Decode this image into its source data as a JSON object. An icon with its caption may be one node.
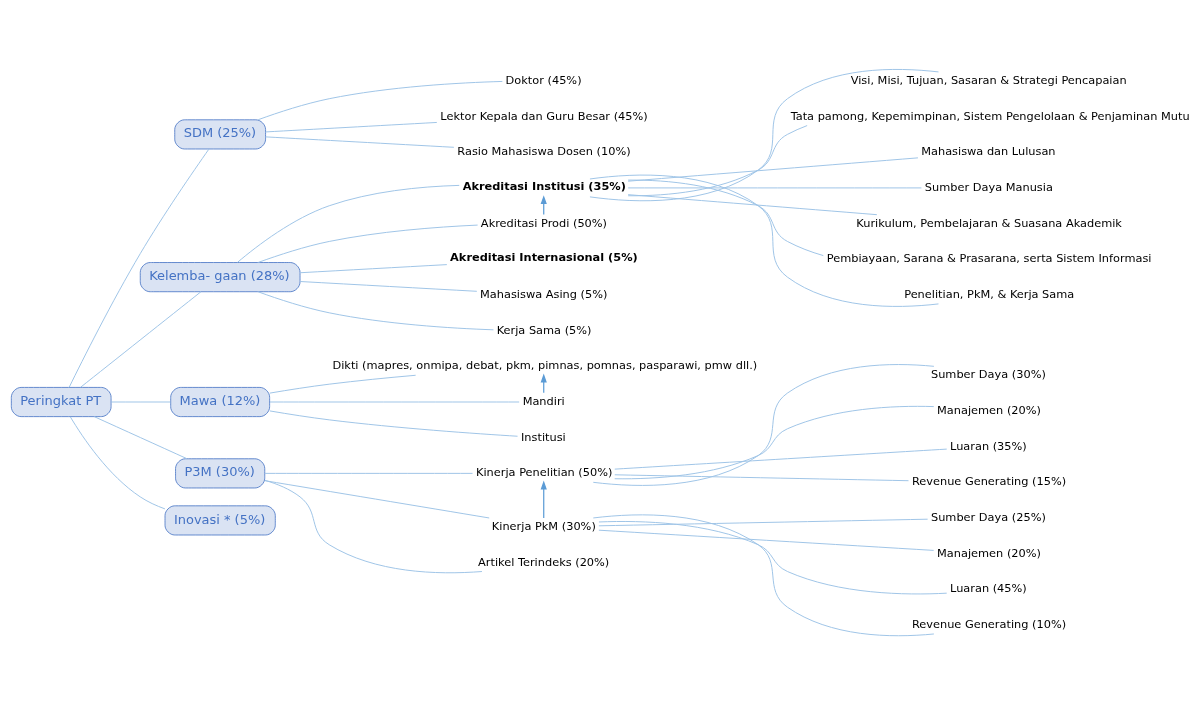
{
  "diagram": {
    "nodes": [
      {
        "text": [
          "Peringkat PT"
        ]
      },
      {
        "text": [
          "SDM (25%)"
        ]
      },
      {
        "text": [
          "Kelemba- gaan (28%)"
        ]
      },
      {
        "text": [
          "Mawa (12%)"
        ]
      },
      {
        "text": [
          "P3M (30%)"
        ]
      },
      {
        "text": [
          "Inovasi * (5%)"
        ]
      },
      {
        "text": [
          "Doktor (45%)"
        ]
      },
      {
        "text": [
          "Lektor Kepala dan Guru Besar (45%)"
        ]
      },
      {
        "text": [
          "Rasio Mahasiswa Dosen (10%)"
        ]
      },
      {
        "text": [
          "**Akreditasi Institusi (35%)**"
        ]
      },
      {
        "text": [
          "Akreditasi Prodi (50%)"
        ]
      },
      {
        "text": [
          "**Akreditasi Internasional (5%)**"
        ]
      },
      {
        "text": [
          "Mahasiswa Asing (5%)"
        ]
      },
      {
        "text": [
          "Kerja Sama (5%)"
        ]
      },
      {
        "text": [
          "Visi, Misi, Tujuan, Sasaran & Strategi Pencapaian"
        ]
      },
      {
        "text": [
          "Tata pamong, Kepemimpinan, Sistem Pengelolaan & Penjaminan Mutu"
        ]
      },
      {
        "text": [
          "Mahasiswa dan Lulusan"
        ]
      },
      {
        "text": [
          "Sumber Daya Manusia"
        ]
      },
      {
        "text": [
          "Kurikulum, Pembelajaran & Suasana Akademik"
        ]
      },
      {
        "text": [
          "Pembiayaan, Sarana & Prasarana, serta Sistem Informasi"
        ]
      },
      {
        "text": [
          "Penelitian, PkM, & Kerja Sama"
        ]
      },
      {
        "text": [
          "Dikti (mapres, onmipa, debat, pkm, pimnas, pomnas, pasparawi, pmw dll.)"
        ]
      },
      {
        "text": [
          "Mandiri"
        ]
      },
      {
        "text": [
          "Institusi"
        ]
      },
      {
        "text": [
          "Kinerja Penelitian (50%)"
        ]
      },
      {
        "text": [
          "Kinerja PkM (30%)"
        ]
      },
      {
        "text": [
          "Artikel Terindeks (20%)"
        ]
      },
      {
        "text": [
          "Sumber Daya (30%)"
        ]
      },
      {
        "text": [
          "Manajemen (20%)"
        ]
      },
      {
        "text": [
          "Luaran (35%)"
        ]
      },
      {
        "text": [
          "Revenue Generating (15%)"
        ]
      },
      {
        "text": [
          "Sumber Daya (25%)"
        ]
      },
      {
        "text": [
          "Manajemen (20%)"
        ]
      },
      {
        "text": [
          "Luaran (45%)"
        ]
      },
      {
        "text": [
          "Revenue Generating (10%)"
        ]
      }
    ],
    "edges": [
      {
        "from": 0,
        "to": 1,
        "arrow": "none"
      },
      {
        "from": 0,
        "to": 2,
        "arrow": "none"
      },
      {
        "from": 0,
        "to": 3,
        "arrow": "none"
      },
      {
        "from": 0,
        "to": 4,
        "arrow": "none"
      },
      {
        "from": 0,
        "to": 5,
        "arrow": "none"
      },
      {
        "from": 1,
        "to": 6,
        "arrow": "none"
      },
      {
        "from": 1,
        "to": 7,
        "arrow": "none"
      },
      {
        "from": 1,
        "to": 8,
        "arrow": "none"
      },
      {
        "from": 2,
        "to": 9,
        "arrow": "none"
      },
      {
        "from": 2,
        "to": 10,
        "arrow": "none"
      },
      {
        "from": 2,
        "to": 11,
        "arrow": "none"
      },
      {
        "from": 2,
        "to": 12,
        "arrow": "none"
      },
      {
        "from": 2,
        "to": 13,
        "arrow": "none"
      },
      {
        "from": 9,
        "to": 14,
        "arrow": "none"
      },
      {
        "from": 9,
        "to": 15,
        "arrow": "none"
      },
      {
        "from": 9,
        "to": 16,
        "arrow": "none"
      },
      {
        "from": 9,
        "to": 17,
        "arrow": "none"
      },
      {
        "from": 9,
        "to": 18,
        "arrow": "none"
      },
      {
        "from": 9,
        "to": 19,
        "arrow": "none"
      },
      {
        "from": 9,
        "to": 20,
        "arrow": "none"
      },
      {
        "from": 10,
        "to": 9,
        "arrow": "to",
        "color": "#5b9bd5"
      },
      {
        "from": 3,
        "to": 21,
        "arrow": "none"
      },
      {
        "from": 3,
        "to": 22,
        "arrow": "none"
      },
      {
        "from": 3,
        "to": 23,
        "arrow": "none"
      },
      {
        "from": 22,
        "to": 21,
        "arrow": "to",
        "color": "#5b9bd5"
      },
      {
        "from": 4,
        "to": 24,
        "arrow": "none"
      },
      {
        "from": 4,
        "to": 25,
        "arrow": "none"
      },
      {
        "from": 4,
        "to": 26,
        "arrow": "none"
      },
      {
        "from": 24,
        "to": 27,
        "arrow": "none"
      },
      {
        "from": 24,
        "to": 28,
        "arrow": "none"
      },
      {
        "from": 24,
        "to": 29,
        "arrow": "none"
      },
      {
        "from": 24,
        "to": 30,
        "arrow": "none"
      },
      {
        "from": 25,
        "to": 31,
        "arrow": "none"
      },
      {
        "from": 25,
        "to": 32,
        "arrow": "none"
      },
      {
        "from": 25,
        "to": 33,
        "arrow": "none"
      },
      {
        "from": 25,
        "to": 34,
        "arrow": "none"
      },
      {
        "from": 25,
        "to": 24,
        "arrow": "to",
        "color": "#5b9bd5"
      }
    ]
  }
}
